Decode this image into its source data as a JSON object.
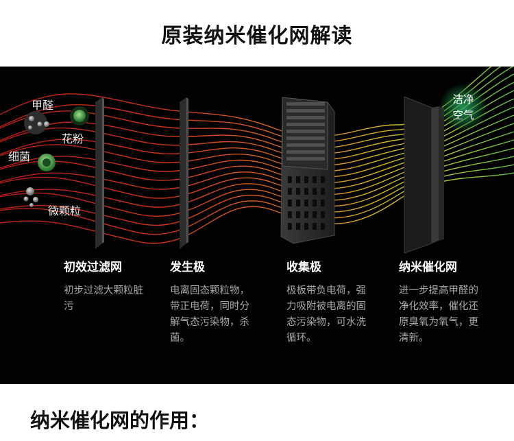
{
  "header": {
    "title": "原装纳米催化网解读"
  },
  "particles": {
    "formaldehyde": "甲醛",
    "pollen": "花粉",
    "bacteria": "细菌",
    "fine_particles": "微颗粒"
  },
  "clean_air": "洁净空气",
  "stages": [
    {
      "title": "初效过滤网",
      "desc": "初步过滤大颗粒脏污"
    },
    {
      "title": "发生极",
      "desc": "电离固态颗粒物，带正电荷，同时分解气态污染物，杀菌。"
    },
    {
      "title": "收集极",
      "desc": "极板带负电荷，强力吸附被电离的固态污染物，可水洗循环。"
    },
    {
      "title": "纳米催化网",
      "desc": "进一步提高甲醛的净化效率，催化还原臭氧为氧气，更清新。"
    }
  ],
  "footer": {
    "title": "纳米催化网的作用："
  },
  "colors": {
    "red": "#e5301f",
    "orange": "#f07a1e",
    "yellow": "#e8d22c",
    "green": "#7ed957",
    "dark": "#020202"
  }
}
